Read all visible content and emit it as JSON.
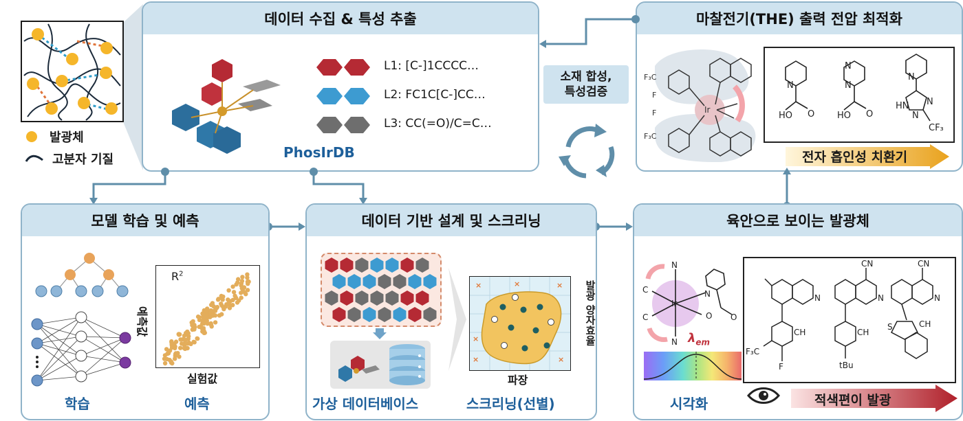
{
  "panels": {
    "data_collection": {
      "title": "데이터 수집 & 특성 추출",
      "db_name": "PhosIrDB",
      "ligands": [
        "L1: [C-]1CCCC…",
        "L2: FC1C[C-]CC…",
        "L3: CC(=O)/C=C…"
      ]
    },
    "the_opt": {
      "title": "마찰전기(THE) 출력 전압 최적화",
      "arrow_label": "전자 흡인성 치환기"
    },
    "model": {
      "title": "모델 학습 및 예측",
      "learn": "학습",
      "predict": "예측",
      "r2": "R",
      "r2_sup": "2",
      "ylabel": "예측값",
      "xlabel": "실험값"
    },
    "design": {
      "title": "데이터 기반 설계 및 스크리닝",
      "virtual_db": "가상 데이터베이스",
      "screening": "스크리닝(선별)",
      "y_axis": "발광 양자효율",
      "x_axis": "파장"
    },
    "visible": {
      "title": "육안으로 보이는 발광체",
      "visualize": "시각화",
      "arrow_label": "적색편이 발광",
      "lambda": "λ",
      "lambda_sub": "em"
    }
  },
  "legend": {
    "emitter": "발광체",
    "polymer": "고분자 기질"
  },
  "center_badge": {
    "line1": "소재 합성,",
    "line2": "특성검증"
  },
  "colors": {
    "border": "#8fb3c9",
    "header": "#cfe3ef",
    "connector": "#5f8ea9",
    "title_blue": "#1d5f9a",
    "red": "#b82c35",
    "blue": "#3d9bd1",
    "gray": "#777777",
    "yellow": "#f5b62a"
  }
}
